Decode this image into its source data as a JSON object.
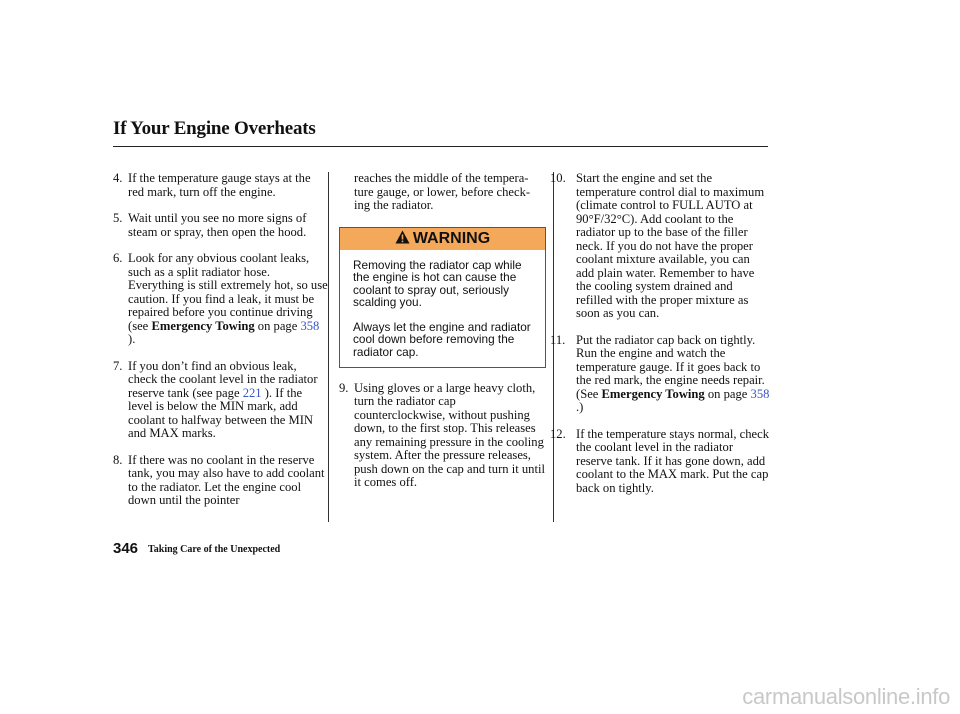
{
  "header": {
    "title": "If Your Engine Overheats"
  },
  "steps": {
    "s4": {
      "num": "4.",
      "text": "If the temperature gauge stays at the red mark, turn off the engine."
    },
    "s5": {
      "num": "5.",
      "text": "Wait until you see no more signs of steam or spray, then open the hood."
    },
    "s6": {
      "num": "6.",
      "text": "Look for any obvious coolant leaks, such as a split radiator hose. Everything is still extremely hot, so use caution. If you find a leak, it must be repaired before you continue driving (see ",
      "ref_bold": "Emergency Towing",
      "ref_mid": " on page ",
      "ref_page": "358",
      "ref_end": " )."
    },
    "s7": {
      "num": "7.",
      "text": "If you don’t find an obvious leak, check the coolant level in the radiator reserve tank (see page ",
      "ref_page": "221",
      "text_end": " ). If the level is below the MIN mark, add coolant to halfway between the MIN and MAX marks."
    },
    "s8": {
      "num": "8.",
      "text": "If there was no coolant in the reserve tank, you may also have to add coolant to the radiator. Let the engine cool down until the pointer"
    },
    "s8_cont": "reaches the middle of the tempera- ture gauge, or lower, before check- ing the radiator.",
    "s9": {
      "num": "9.",
      "text": "Using gloves or a large heavy cloth, turn the radiator cap counterclockwise, without pushing down, to the first stop. This releases any remaining pressure in the cooling system. After the pressure releases, push down on the cap and turn it until it comes off."
    },
    "s10": {
      "num": "10.",
      "text": "Start the engine and set the temperature control dial to maximum (climate control to FULL AUTO at 90°F/32°C). Add coolant to the radiator up to the base of the filler neck. If you do not have the proper coolant mixture available, you can add plain water. Remember to have the cooling system drained and refilled with the proper mixture as soon as you can."
    },
    "s11": {
      "num": "11.",
      "text": "Put the radiator cap back on tightly. Run the engine and watch the temperature gauge. If it goes back to the red mark, the engine needs repair. (See ",
      "ref_bold": "Emergency Towing",
      "ref_mid": " on page ",
      "ref_page": "358",
      "ref_end": " .)"
    },
    "s12": {
      "num": "12.",
      "text": "If the temperature stays normal, check the coolant level in the radiator reserve tank. If it has gone down, add coolant to the MAX mark. Put the cap back on tightly."
    }
  },
  "warning": {
    "label": "WARNING",
    "icon": "warning-triangle-icon",
    "header_color": "#f4a85a",
    "p1": "Removing the radiator cap while the engine is hot can cause the coolant to spray out, seriously scalding you.",
    "p2": "Always let the engine and radiator cool down before removing the radiator cap."
  },
  "footer": {
    "page_number": "346",
    "section": "Taking Care of the Unexpected"
  },
  "watermark": "carmanualsonline.info",
  "colors": {
    "link": "#3a55c8"
  }
}
